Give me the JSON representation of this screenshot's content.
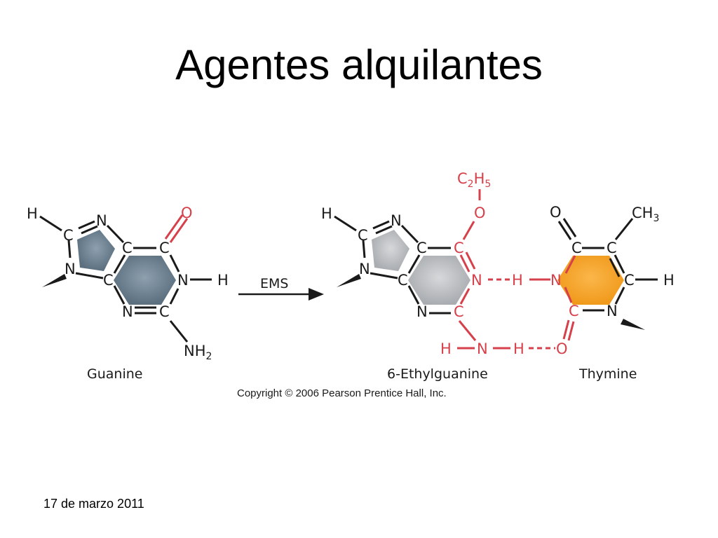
{
  "slide": {
    "title": "Agentes alquilantes",
    "date": "17 de marzo 2011",
    "copyright": "Copyright © 2006 Pearson Prentice Hall, Inc."
  },
  "colors": {
    "black": "#1a1a1a",
    "red": "#d6404a",
    "guanine_fill": "#6f8393",
    "ethylguanine_fill": "#b9bbbe",
    "thymine_fill": "#f7a52e"
  },
  "reaction": {
    "reagent": "EMS"
  },
  "molecules": {
    "guanine": {
      "name": "Guanine",
      "atoms": {
        "h_top": "H",
        "c_top": "C",
        "n_top": "N",
        "n_left": "N",
        "c_left": "C",
        "c_mid": "C",
        "c_carbonyl": "C",
        "o": "O",
        "n_right": "N",
        "h_right": "H",
        "n_bottom": "N",
        "c_bottom": "C",
        "nh": "NH",
        "nh_sub": "2"
      }
    },
    "ethylguanine": {
      "name": "6-Ethylguanine",
      "atoms": {
        "h_top": "H",
        "c_top": "C",
        "n_top": "N",
        "n_left": "N",
        "c_left": "C",
        "c_mid": "C",
        "c_o": "C",
        "o": "O",
        "c2h5_c": "C",
        "c2h5_sub1": "2",
        "c2h5_h": "H",
        "c2h5_sub2": "5",
        "n_right": "N",
        "n_bottom": "N",
        "c_bottom": "C",
        "h_amine": "H",
        "n_amine": "N",
        "h_amine2": "H"
      }
    },
    "thymine": {
      "name": "Thymine",
      "atoms": {
        "o_top": "O",
        "ch": "CH",
        "ch_sub": "3",
        "c_tl": "C",
        "c_tr": "C",
        "n_left": "N",
        "c_right": "C",
        "h_right": "H",
        "c_bl": "C",
        "n_br": "N",
        "o_bottom": "O"
      }
    },
    "hbond": {
      "h_middle": "H"
    }
  }
}
